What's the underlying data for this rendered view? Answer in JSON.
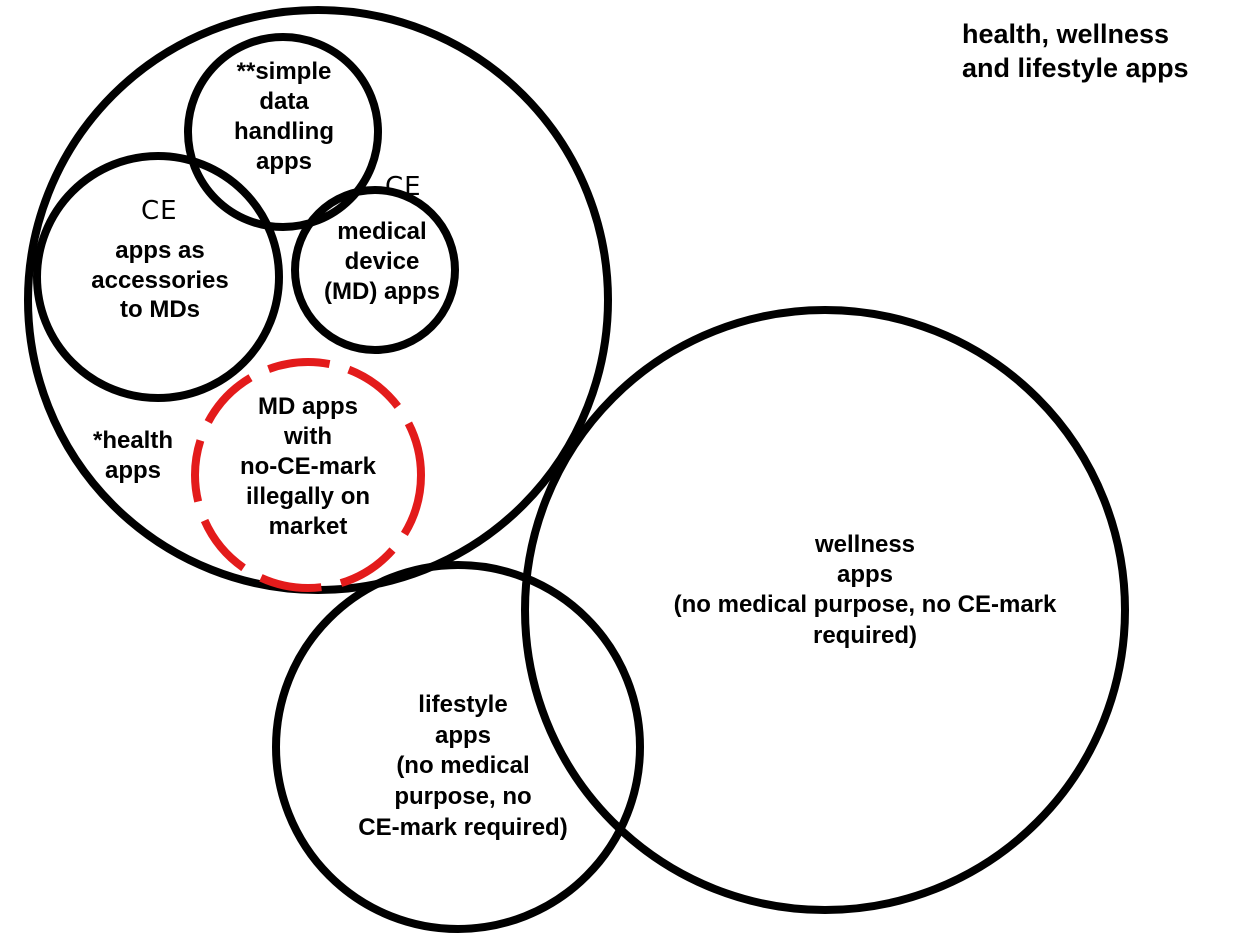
{
  "title": "health, wellness\nand lifestyle apps",
  "ce_mark": "CE",
  "colors": {
    "outline": "#000000",
    "illegal_outline": "#e31b1b",
    "background": "#ffffff"
  },
  "sets": {
    "simple_data_handling": "**simple\ndata\nhandling\napps",
    "accessories": "apps as\naccessories\nto MDs",
    "medical_device": "medical\ndevice\n(MD) apps",
    "health_apps": "*health\napps",
    "illegal_md": "MD apps\nwith\nno-CE-mark\nillegally on\nmarket",
    "wellness": "wellness\napps\n(no medical purpose, no CE-mark\nrequired)",
    "lifestyle": "lifestyle\napps\n(no medical\npurpose, no\nCE-mark required)"
  }
}
